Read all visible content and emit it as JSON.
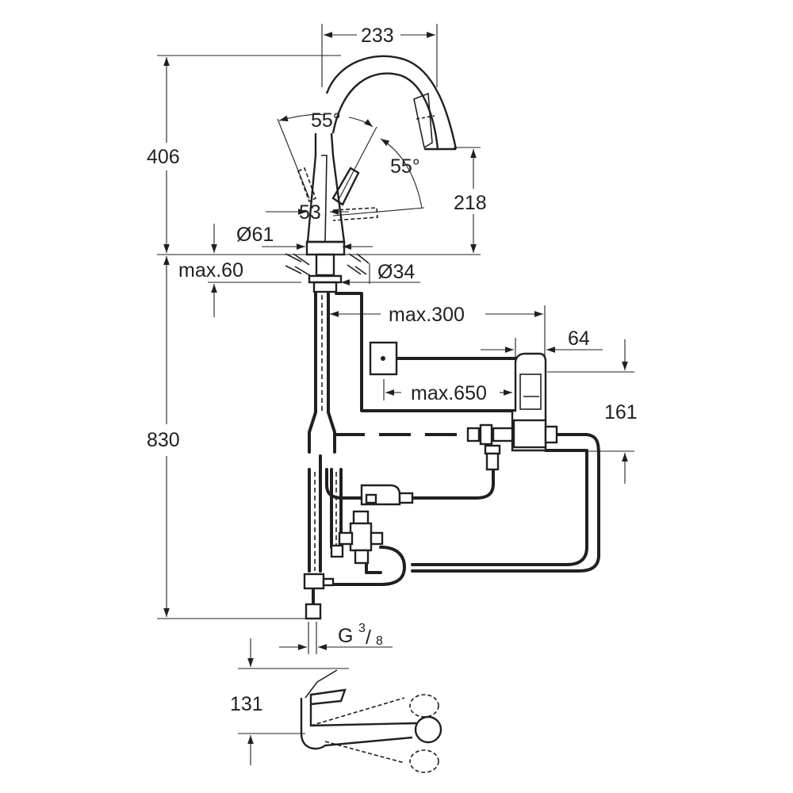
{
  "diagram": {
    "dimensions": {
      "width_top": "233",
      "height_total": "406",
      "spout_height": "218",
      "angle_left": "55°",
      "angle_right": "55°",
      "handle_offset": "53",
      "base_diameter": "Ø61",
      "hole_diameter": "Ø34",
      "max_deck": "max.60",
      "max_box_distance": "max.300",
      "box_width": "64",
      "max_sensor_distance": "max.650",
      "box_height": "161",
      "hose_length": "830",
      "thread": "G",
      "thread_num": "3",
      "thread_den": "8",
      "lever_height": "131"
    }
  }
}
